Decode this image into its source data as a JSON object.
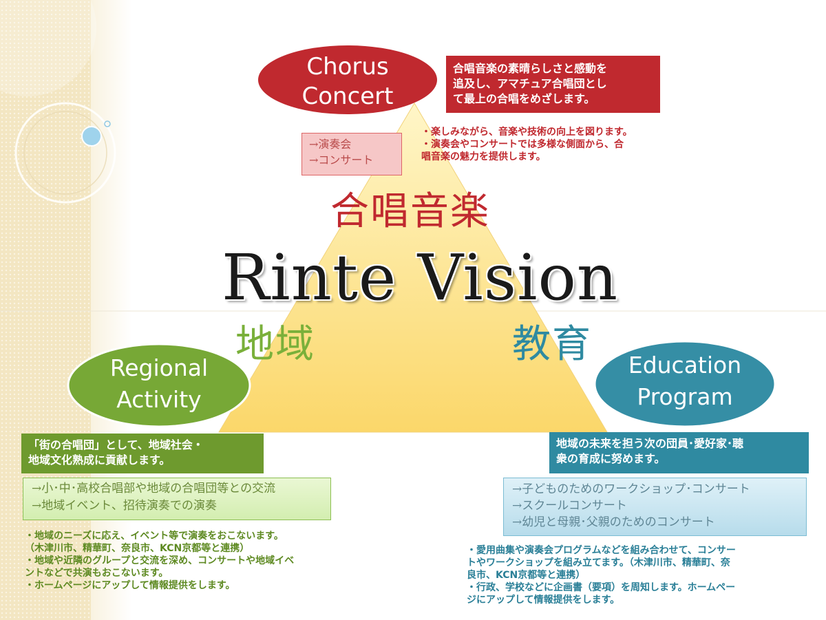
{
  "title": "Rinte Vision",
  "colors": {
    "red": "#c0292f",
    "green": "#7ab03a",
    "teal": "#2f8aa1",
    "triangle": "#fbe28a"
  },
  "top": {
    "ellipse": [
      "Chorus",
      "Concert"
    ],
    "kanji": "合唱音楽",
    "summary": [
      "合唱音楽の素晴らしさと感動を",
      "追及し、アマチュア合唱団とし",
      "て最上の合唱をめざします。"
    ],
    "items": [
      "→演奏会",
      "→コンサート"
    ],
    "bullets": [
      "・楽しみながら、音楽や技術の向上を図ります。",
      "・演奏会やコンサートでは多様な側面から、合",
      "唱音楽の魅力を提供します。"
    ]
  },
  "left": {
    "ellipse": [
      "Regional",
      "Activity"
    ],
    "kanji": "地域",
    "summary": [
      "「街の合唱団」として、地域社会・",
      "地域文化熟成に貢献します。"
    ],
    "items": [
      "→小･中･高校合唱部や地域の合唱団等との交流",
      "→地域イベント、招待演奏での演奏"
    ],
    "bullets": [
      "・地域のニーズに応え、イベント等で演奏をおこないます。",
      "（木津川市、精華町、奈良市、KCN京都等と連携）",
      "・地域や近隣のグループと交流を深め、コンサートや地域イベ",
      "ントなどで共演もおこないます。",
      "・ホームページにアップして情報提供をします。"
    ]
  },
  "right": {
    "ellipse": [
      "Education",
      "Program"
    ],
    "kanji": "教育",
    "summary": [
      "地域の未来を担う次の団員･愛好家･聴",
      "衆の育成に努めます。"
    ],
    "items": [
      "→子どものためのワークショップ･コンサート",
      "→スクールコンサート",
      "→幼児と母親･父親のためのコンサート"
    ],
    "bullets": [
      "・愛用曲集や演奏会プログラムなどを組み合わせて、コンサー",
      "トやワークショップを組み立てます。（木津川市、精華町、奈",
      "良市、KCN京都等と連携）",
      "・行政、学校などに企画書（要項）を周知します。ホームペー",
      "ジにアップして情報提供をします。"
    ]
  }
}
